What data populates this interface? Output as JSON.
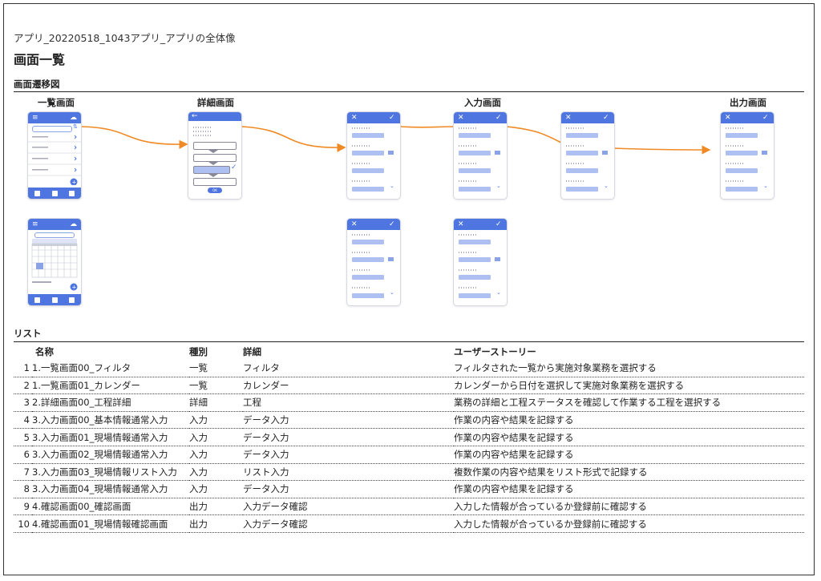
{
  "header": {
    "subtitle": "アプリ_20220518_1043アプリ_アプリの全体像",
    "title": "画面一覧"
  },
  "diagram": {
    "section_title": "画面遷移図",
    "labels": {
      "list_screen": "一覧画面",
      "detail_screen": "詳細画面",
      "input_screen": "入力画面",
      "output_screen": "出力画面"
    },
    "ok_label": "OK"
  },
  "list": {
    "section_title": "リスト",
    "columns": [
      "名称",
      "種別",
      "詳細",
      "ユーザーストーリー"
    ],
    "rows": [
      {
        "no": "1",
        "name": "1.一覧画面00_フィルタ",
        "type": "一覧",
        "detail": "フィルタ",
        "story": "フィルタされた一覧から実施対象業務を選択する"
      },
      {
        "no": "2",
        "name": "1.一覧画面01_カレンダー",
        "type": "一覧",
        "detail": "カレンダー",
        "story": "カレンダーから日付を選択して実施対象業務を選択する"
      },
      {
        "no": "3",
        "name": "2.詳細画面00_工程詳細",
        "type": "詳細",
        "detail": "工程",
        "story": "業務の詳細と工程ステータスを確認して作業する工程を選択する"
      },
      {
        "no": "4",
        "name": "3.入力画面00_基本情報通常入力",
        "type": "入力",
        "detail": "データ入力",
        "story": "作業の内容や結果を記録する"
      },
      {
        "no": "5",
        "name": "3.入力画面01_現場情報通常入力",
        "type": "入力",
        "detail": "データ入力",
        "story": "作業の内容や結果を記録する"
      },
      {
        "no": "6",
        "name": "3.入力画面02_現場情報通常入力",
        "type": "入力",
        "detail": "データ入力",
        "story": "作業の内容や結果を記録する"
      },
      {
        "no": "7",
        "name": "3.入力画面03_現場情報リスト入力",
        "type": "入力",
        "detail": "リスト入力",
        "story": "複数作業の内容や結果をリスト形式で記録する"
      },
      {
        "no": "8",
        "name": "3.入力画面04_現場情報通常入力",
        "type": "入力",
        "detail": "データ入力",
        "story": "作業の内容や結果を記録する"
      },
      {
        "no": "9",
        "name": "4.確認画面00_確認画面",
        "type": "出力",
        "detail": "入力データ確認",
        "story": "入力した情報が合っているか登録前に確認する"
      },
      {
        "no": "10",
        "name": "4.確認画面01_現場情報確認画面",
        "type": "出力",
        "detail": "入力データ確認",
        "story": "入力した情報が合っているか登録前に確認する"
      }
    ]
  }
}
